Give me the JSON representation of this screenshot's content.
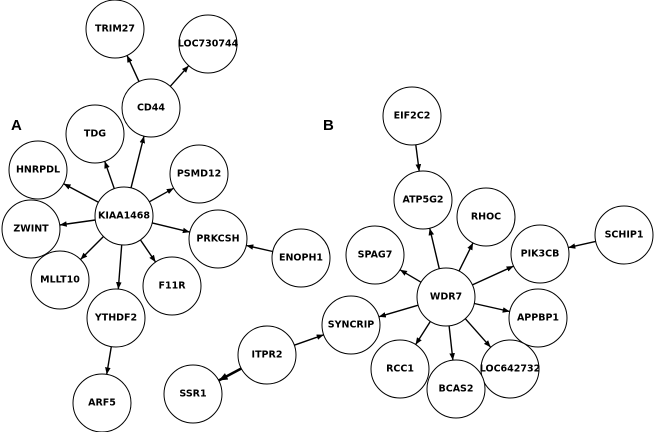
{
  "panels": {
    "a": "A",
    "b": "B"
  },
  "nodes": {
    "trim27": "TRIM27",
    "loc730744": "LOC730744",
    "cd44": "CD44",
    "tdg": "TDG",
    "hnrpdl": "HNRPDL",
    "psmd12": "PSMD12",
    "kiaa1468": "KIAA1468",
    "zwint": "ZWINT",
    "prkcsh": "PRKCSH",
    "enoph1": "ENOPH1",
    "mllt10": "MLLT10",
    "f11r": "F11R",
    "ythdf2": "YTHDF2",
    "arf5": "ARF5",
    "eif2c2": "EIF2C2",
    "atp5g2": "ATP5G2",
    "rhoc": "RHOC",
    "spag7": "SPAG7",
    "pik3cb": "PIK3CB",
    "schip1": "SCHIP1",
    "wdr7": "WDR7",
    "syncrip": "SYNCRIP",
    "appbp1": "APPBP1",
    "itpr2": "ITPR2",
    "rcc1": "RCC1",
    "loc642732": "LOC642732",
    "ssr1": "SSR1",
    "bcas2": "BCAS2"
  },
  "edges": [
    {
      "from": "kiaa1468",
      "to": "cd44"
    },
    {
      "from": "cd44",
      "to": "trim27"
    },
    {
      "from": "cd44",
      "to": "loc730744"
    },
    {
      "from": "kiaa1468",
      "to": "tdg"
    },
    {
      "from": "kiaa1468",
      "to": "hnrpdl"
    },
    {
      "from": "kiaa1468",
      "to": "psmd12"
    },
    {
      "from": "kiaa1468",
      "to": "zwint"
    },
    {
      "from": "kiaa1468",
      "to": "prkcsh"
    },
    {
      "from": "enoph1",
      "to": "prkcsh"
    },
    {
      "from": "kiaa1468",
      "to": "mllt10"
    },
    {
      "from": "kiaa1468",
      "to": "f11r"
    },
    {
      "from": "kiaa1468",
      "to": "ythdf2"
    },
    {
      "from": "ythdf2",
      "to": "arf5"
    },
    {
      "from": "eif2c2",
      "to": "atp5g2"
    },
    {
      "from": "wdr7",
      "to": "atp5g2"
    },
    {
      "from": "wdr7",
      "to": "rhoc"
    },
    {
      "from": "wdr7",
      "to": "spag7"
    },
    {
      "from": "wdr7",
      "to": "pik3cb"
    },
    {
      "from": "schip1",
      "to": "pik3cb"
    },
    {
      "from": "wdr7",
      "to": "syncrip"
    },
    {
      "from": "wdr7",
      "to": "appbp1"
    },
    {
      "from": "wdr7",
      "to": "rcc1"
    },
    {
      "from": "wdr7",
      "to": "bcas2"
    },
    {
      "from": "wdr7",
      "to": "loc642732"
    },
    {
      "from": "itpr2",
      "to": "syncrip"
    },
    {
      "from": "itpr2",
      "to": "ssr1",
      "thick": true
    }
  ]
}
